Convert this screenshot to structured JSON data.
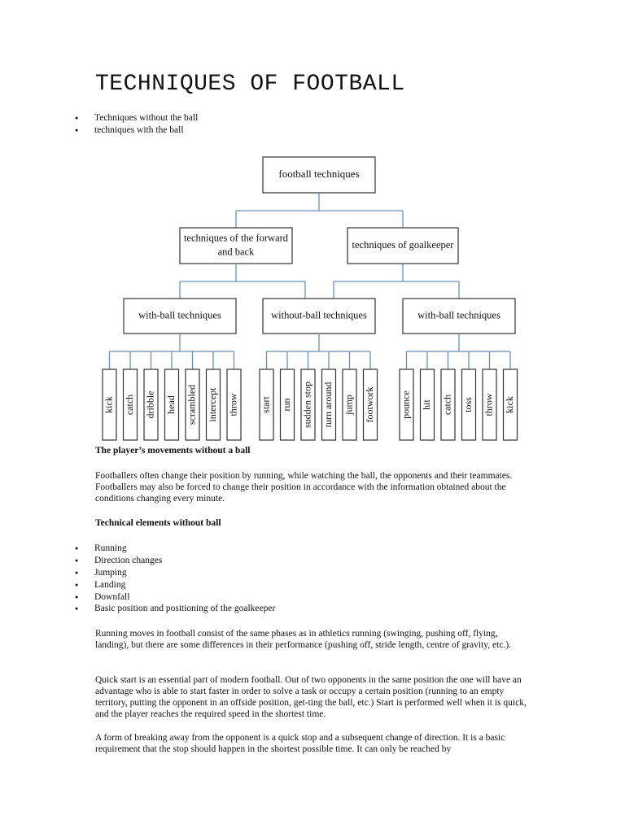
{
  "title": "TECHNIQUES OF FOOTBALL",
  "top_bullets": [
    "Techniques without the ball",
    "techniques with the ball"
  ],
  "diagram": {
    "root": "football techniques",
    "level2": [
      {
        "label_lines": [
          "techniques of the forward",
          "and back"
        ]
      },
      {
        "label_lines": [
          "techniques of goalkeeper"
        ]
      }
    ],
    "level3": [
      "with-ball techniques",
      "without-ball techniques",
      "with-ball techniques"
    ],
    "leaves": [
      [
        "kick",
        "catch",
        "dribble",
        "head",
        "scrambled",
        "intercept",
        "throw"
      ],
      [
        "start",
        "run",
        "sudden stop",
        "turn around",
        "jump",
        "footwork"
      ],
      [
        "pounce",
        "hit",
        "catch",
        "toss",
        "throw",
        "kick"
      ]
    ]
  },
  "section1": {
    "heading": "The player’s movements without a ball",
    "paragraph": "Footballers often change their position by running, while watching the ball, the opponents and their teammates. Footballers may also be forced to change their position in accordance with the information obtained about the conditions changing every minute."
  },
  "section2": {
    "heading": "Technical elements without ball",
    "items": [
      "Running",
      "Direction changes",
      "Jumping",
      "Landing",
      "Downfall",
      "Basic position and positioning of the goalkeeper"
    ]
  },
  "paragraphs": [
    "Running moves in football consist of the same phases as in athletics running (swinging, pushing off, flying, landing), but there are some differences in their performance (pushing off, stride length, centre of gravity, etc.).",
    "Quick start is an essential part of modern football. Out of two opponents in the same position the one will have an advantage who is able to start faster in order to solve a task or occupy a certain position (running to an empty territory, putting the opponent in an offside position, get-ting the ball, etc.) Start is performed well when it is quick, and the player reaches the required speed in the shortest time.",
    "A form of breaking away from the opponent is a quick stop and a subsequent change of direction. It is a basic requirement that the stop should happen in the shortest possible time. It can only be reached by"
  ],
  "colors": {
    "connector": "#6a8fbf",
    "box_border": "#333333",
    "text": "#111111"
  }
}
